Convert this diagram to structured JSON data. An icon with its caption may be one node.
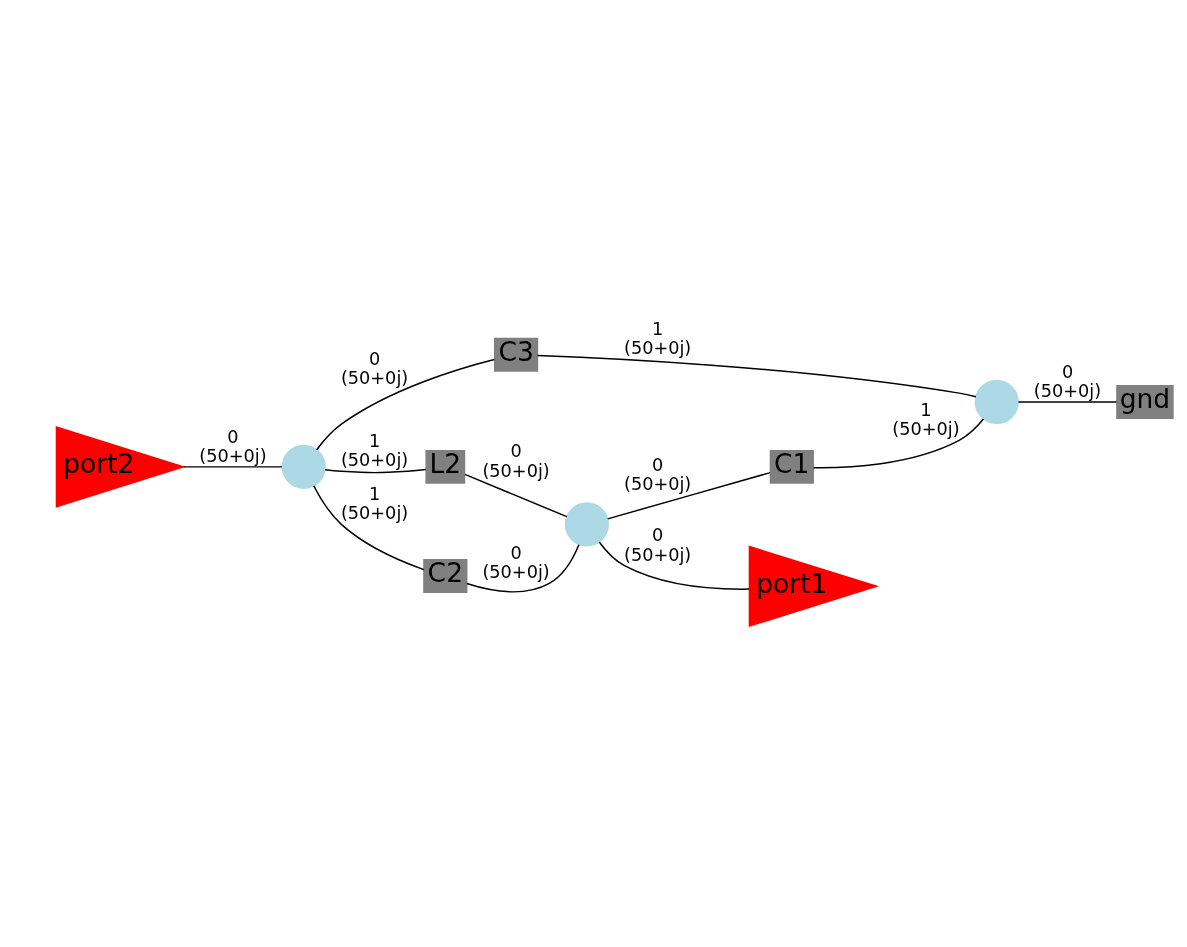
{
  "diagram": {
    "nodes": [
      {
        "text": [
          "gnd"
        ]
      },
      {
        "text": [
          "port2"
        ]
      },
      {
        "text": [
          "C3"
        ]
      },
      {
        "text": [],
        "shape": "circle"
      },
      {
        "text": [],
        "shape": "circle"
      },
      {
        "text": [
          "C1"
        ]
      },
      {
        "text": [
          "L2"
        ]
      },
      {
        "text": [
          "C2"
        ]
      },
      {
        "text": [],
        "shape": "circle"
      },
      {
        "text": [
          "port1"
        ]
      }
    ],
    "edges": [
      {
        "from": 1,
        "to": 4,
        "arrow": "none",
        "label": "0 (50+0j)"
      },
      {
        "from": 4,
        "to": 2,
        "arrow": "none",
        "label": "0 (50+0j)"
      },
      {
        "from": 2,
        "to": 3,
        "arrow": "none",
        "label": "1 (50+0j)"
      },
      {
        "from": 3,
        "to": 0,
        "arrow": "none",
        "label": "0 (50+0j)"
      },
      {
        "from": 4,
        "to": 6,
        "arrow": "none",
        "label": "1 (50+0j)"
      },
      {
        "from": 4,
        "to": 7,
        "arrow": "none",
        "label": "1 (50+0j)"
      },
      {
        "from": 6,
        "to": 8,
        "arrow": "none",
        "label": "0 (50+0j)"
      },
      {
        "from": 7,
        "to": 8,
        "arrow": "none",
        "label": "0 (50+0j)"
      },
      {
        "from": 8,
        "to": 5,
        "arrow": "none",
        "label": "0 (50+0j)"
      },
      {
        "from": 5,
        "to": 3,
        "arrow": "none",
        "label": "1 (50+0j)"
      },
      {
        "from": 8,
        "to": 9,
        "arrow": "none",
        "label": "0 (50+0j)"
      }
    ]
  }
}
